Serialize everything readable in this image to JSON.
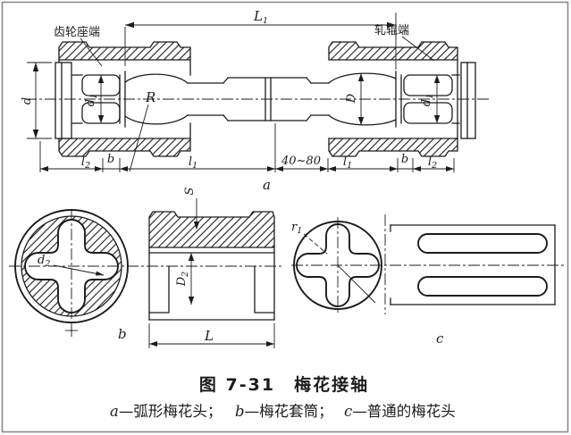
{
  "colors": {
    "ink": "#1c1c1c",
    "frame": "#8a8a8a",
    "paper": "#ffffff"
  },
  "callouts": {
    "gear_seat_end": "齿轮座端",
    "roll_end": "轧辊端"
  },
  "dims": {
    "L1": {
      "base": "L",
      "sub": "1"
    },
    "d": "d",
    "d1": {
      "base": "d",
      "sub": "1"
    },
    "R": "R",
    "D": "D",
    "l2": {
      "base": "l",
      "sub": "2"
    },
    "b": "b",
    "l1": {
      "base": "l",
      "sub": "1"
    },
    "gap": "40~80",
    "S": "S",
    "d2": {
      "base": "d",
      "sub": "2"
    },
    "D2": {
      "base": "D",
      "sub": "2"
    },
    "L": "L",
    "r1": {
      "base": "r",
      "sub": "1"
    }
  },
  "sublabels": {
    "a": "a",
    "b": "b",
    "c": "c"
  },
  "figure": {
    "title": "图 7-31　梅花接轴",
    "legend": [
      {
        "letter": "a",
        "desc": "—弧形梅花头；"
      },
      {
        "letter": "b",
        "desc": "—梅花套筒；"
      },
      {
        "letter": "c",
        "desc": "—普通的梅花头"
      }
    ]
  }
}
